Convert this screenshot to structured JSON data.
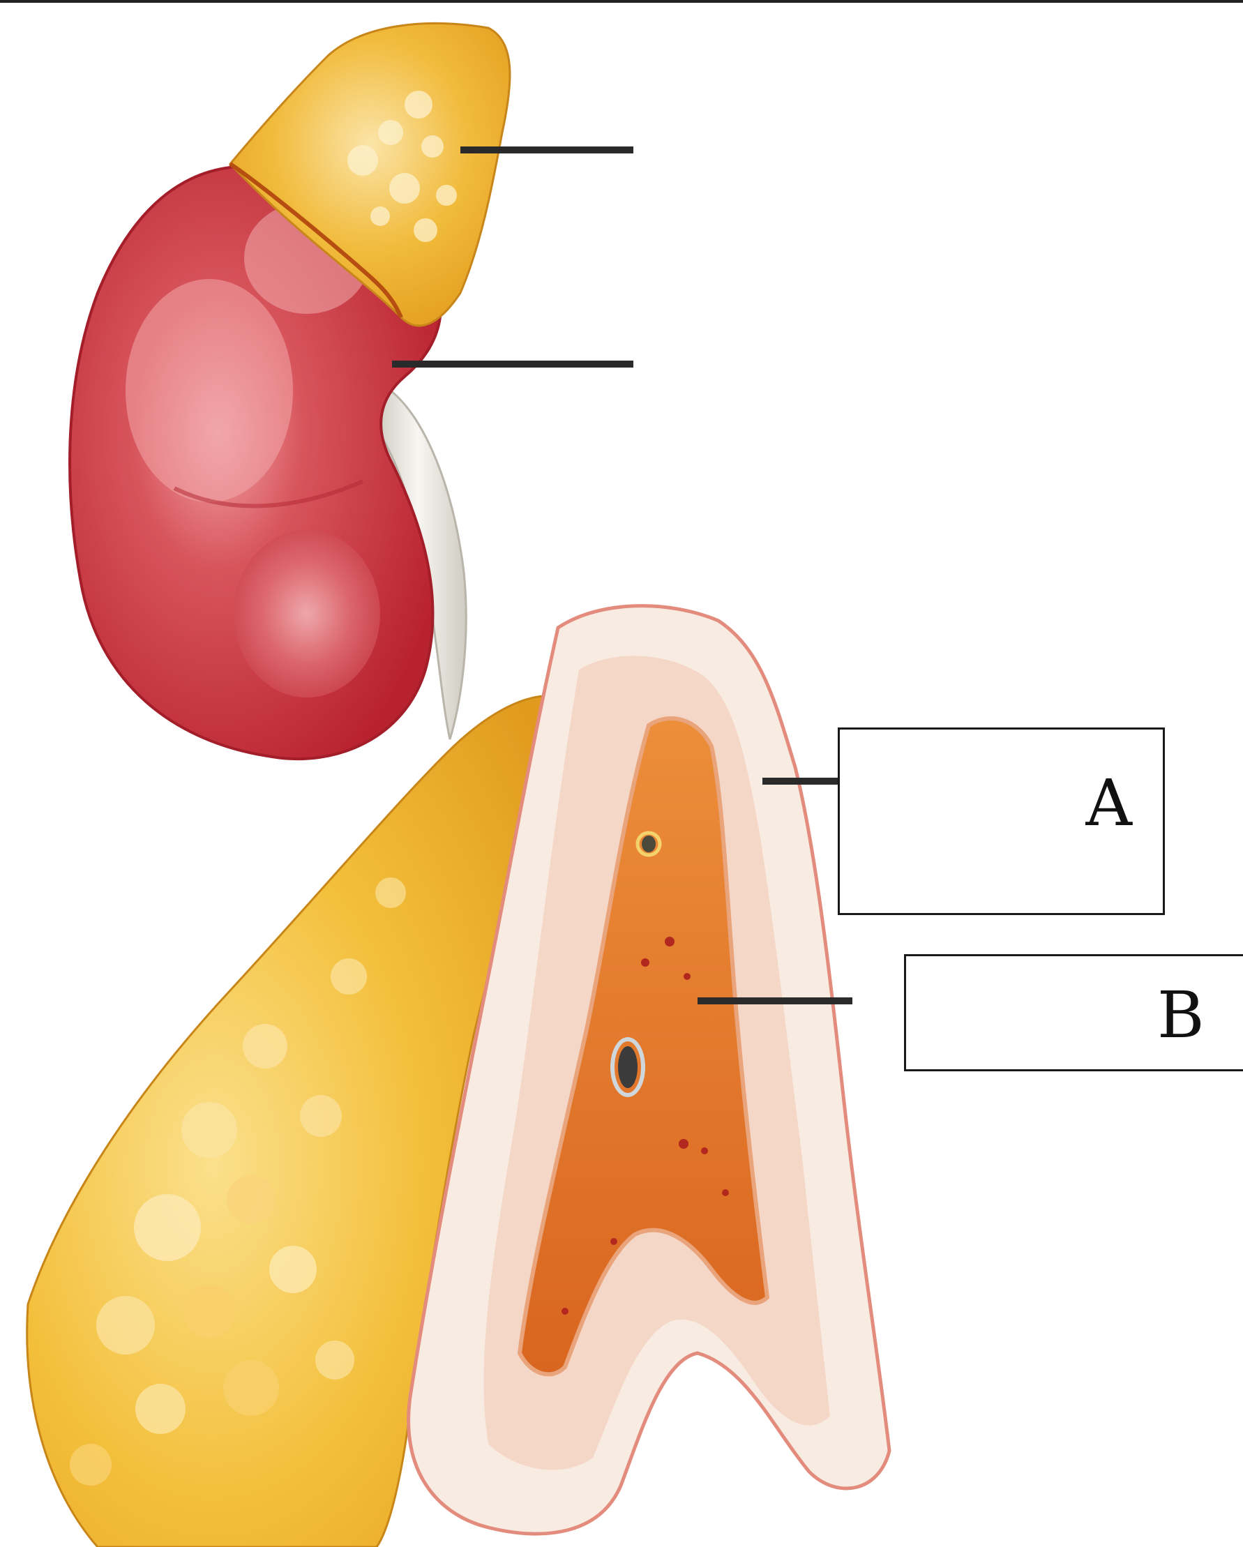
{
  "diagram": {
    "labels": [
      {
        "id": "A",
        "text": "A"
      },
      {
        "id": "B",
        "text": "B"
      }
    ],
    "colors": {
      "kidney": "#c8323c",
      "adrenal_gland": "#f0b02a",
      "cortex": "#f6e0d4",
      "medulla": "#e47a2a",
      "leader_line": "#2a2a2a"
    }
  }
}
